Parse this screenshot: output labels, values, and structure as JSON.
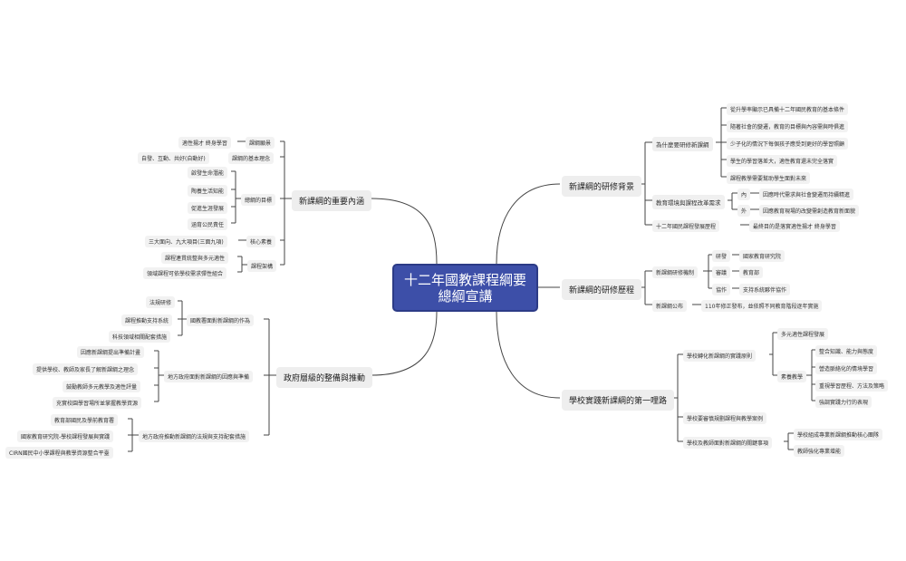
{
  "root": {
    "line1": "十二年國教課程綱要",
    "line2": "總綱宣講"
  },
  "right": {
    "b1": {
      "label": "新課綱的研修背景",
      "why": {
        "label": "為什麼要研修新課綱",
        "items": [
          "從升學率顯示已具備十二年國民教育的基本條件",
          "隨著社會的變遷，教育的目標與內容需與時俱進",
          "少子化的情況下每個孩子應受到更好的學習照顧",
          "學生的學習落差大，適性教育還未完全落實",
          "課程教學需要幫助學生面對未來"
        ]
      },
      "env": {
        "label": "教育環境與課程改革需求",
        "inner_label": "內",
        "inner_text": "因應時代需求與社會變遷而持續精進",
        "outer_label": "外",
        "outer_text": "因應教育現場的改變需創造教育新面貌"
      },
      "hist": {
        "label": "十二年國民課程發展歷程",
        "text": "最終目的是落實適性揚才 終身學習"
      }
    },
    "b2": {
      "label": "新課綱的研修歷程",
      "mech": {
        "label": "新課綱研修機制",
        "rows": [
          {
            "role": "研發",
            "org": "國家教育研究院"
          },
          {
            "role": "審議",
            "org": "教育部"
          },
          {
            "role": "協作",
            "org": "支持系統夥伴協作"
          }
        ]
      },
      "pub": {
        "label": "新課綱公布",
        "text": "110年修正發布，並依照不同教育階段逐年實施"
      }
    },
    "b3": {
      "label": "學校實踐新課綱的第一哩路",
      "princ": {
        "label": "學校轉化新課綱的實踐原則",
        "a": "多元適性課程發展",
        "lit_label": "素養教學",
        "lit_items": [
          "整合知識、能力與態度",
          "營造脈絡化的情境學習",
          "重視學習歷程、方法及策略",
          "強調實踐力行的表現"
        ]
      },
      "plan": {
        "label": "學校要審慎規劃課程與教學案例"
      },
      "key": {
        "label": "學校及教師面對新課綱的關鍵事項",
        "items": [
          "學校組成專業新課綱推動核心團隊",
          "教師強化專業增能"
        ]
      }
    }
  },
  "left": {
    "b4": {
      "label": "新課綱的重要內涵",
      "frame": {
        "label": "課綱願景",
        "text": "適性揚才 終身學習"
      },
      "basic": {
        "label": "課綱的基本理念",
        "text": "自發、互動、共好(自動好)"
      },
      "goals": {
        "label": "總綱的目標",
        "items": [
          "啟發生命潛能",
          "陶養生活知能",
          "促進生涯發展",
          "涵育公民責任"
        ]
      },
      "core": {
        "label": "核心素養",
        "text": "三大面向、九大項目(三面九項)"
      },
      "arch": {
        "label": "課程架構",
        "items": [
          "課程連貫統整與多元適性",
          "領域課程可依學校需求彈性組合"
        ]
      }
    },
    "b5": {
      "label": "政府層級的整備與推動",
      "nat": {
        "label": "國教署面對新課綱的作為",
        "items": [
          "法規研修",
          "課程推動支持系統",
          "科技領域相關配套措施"
        ]
      },
      "local": {
        "label": "地方政府面對新課綱的因應與準備",
        "items": [
          "因應新課綱提出準備計畫",
          "提供學校、教師及家長了解新課綱之理念",
          "鼓勵教師多元教學及適性評量",
          "充實校園學習場所並掌握教學資源"
        ]
      },
      "law": {
        "label": "地方政府推動新課綱的法規與支持配套措施",
        "items": [
          "教育部國民及學前教育署",
          "國家教育研究院-學校課程發展與實踐",
          "CIRN國民中小學課程與教學資源整合平臺"
        ]
      }
    }
  }
}
